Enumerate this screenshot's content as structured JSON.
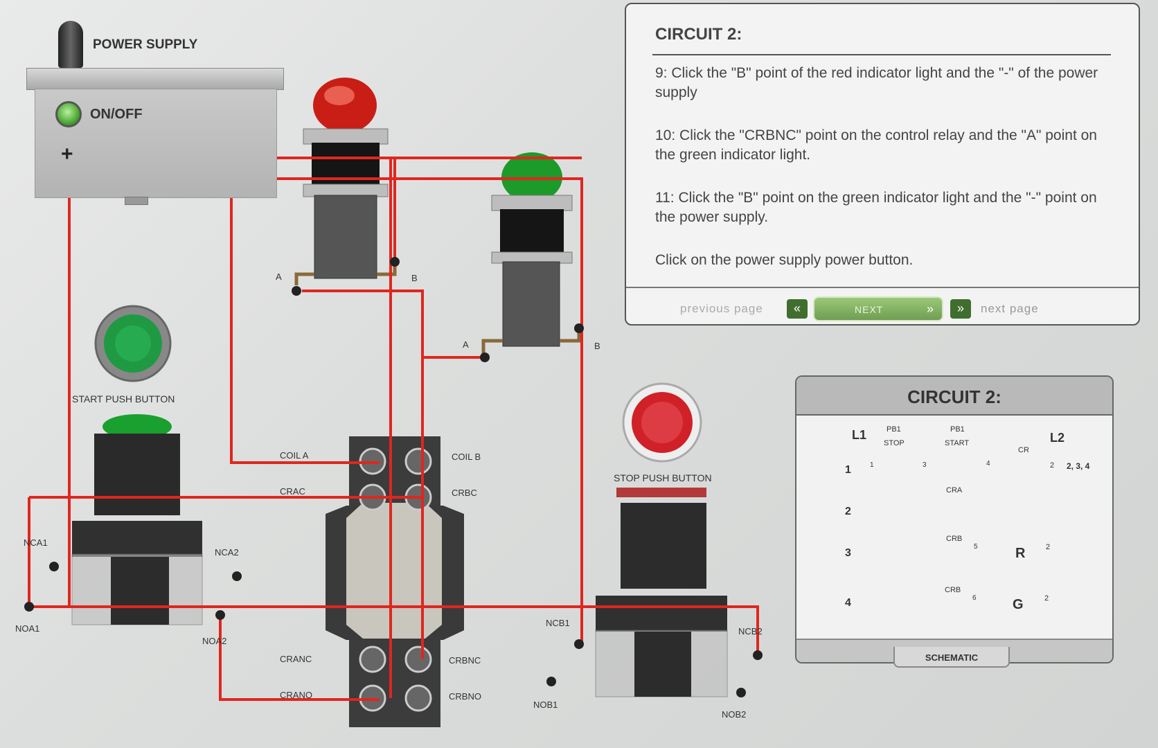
{
  "power_supply": {
    "title": "POWER SUPPLY",
    "onoff_label": "ON/OFF",
    "plus_symbol": "+"
  },
  "components": {
    "red_light": {
      "label_a": "A",
      "label_b": "B"
    },
    "green_light": {
      "label_a": "A",
      "label_b": "B"
    },
    "start_button": {
      "label": "START PUSH BUTTON",
      "nca1": "NCA1",
      "nca2": "NCA2",
      "noa1": "NOA1",
      "noa2": "NOA2"
    },
    "relay": {
      "coil_a": "COIL A",
      "coil_b": "COIL B",
      "crac": "CRAC",
      "crbc": "CRBC",
      "cranc": "CRANC",
      "crbnc": "CRBNC",
      "crano": "CRANO",
      "crbno": "CRBNO"
    },
    "stop_button": {
      "label": "STOP PUSH BUTTON",
      "ncb1": "NCB1",
      "ncb2": "NCB2",
      "nob1": "NOB1",
      "nob2": "NOB2"
    }
  },
  "instructions": {
    "title": "CIRCUIT 2:",
    "steps": [
      "9: Click  the \"B\" point of the red indicator light and the \"-\" of the power supply",
      "10: Click  the \"CRBNC\" point on the control relay and the \"A\" point on the green indicator light.",
      "11: Click  the \"B\" point on the green indicator light and the \"-\" point on the power supply.",
      "Click  on the power supply power button."
    ],
    "nav": {
      "previous_label": "previous page",
      "prev_symbol": "«",
      "next_label": "NEXT",
      "next_symbol": "»",
      "next_page_label": "next page"
    }
  },
  "schematic": {
    "title": "CIRCUIT 2:",
    "footer_label": "SCHEMATIC",
    "rail_left": "L1",
    "rail_right": "L2",
    "rungs": [
      "1",
      "2",
      "3",
      "4"
    ],
    "pb1_stop_top": "PB1",
    "pb1_stop_bottom": "STOP",
    "pb1_start_top": "PB1",
    "pb1_start_bottom": "START",
    "cr_label": "CR",
    "cra_label": "CRA",
    "crb_label_3": "CRB",
    "crb_label_4": "CRB",
    "node_1": "1",
    "node_3": "3",
    "node_4": "4",
    "node_2a": "2",
    "node_5": "5",
    "node_6": "6",
    "node_2b": "2",
    "node_2c": "2",
    "refs": "2, 3, 4",
    "lamp_r": "R",
    "lamp_g": "G"
  },
  "colors": {
    "wire": "#e0261f",
    "panel_border": "#555555",
    "next_green": "#7aa85c",
    "nav_dark_green": "#3f6e2e"
  }
}
